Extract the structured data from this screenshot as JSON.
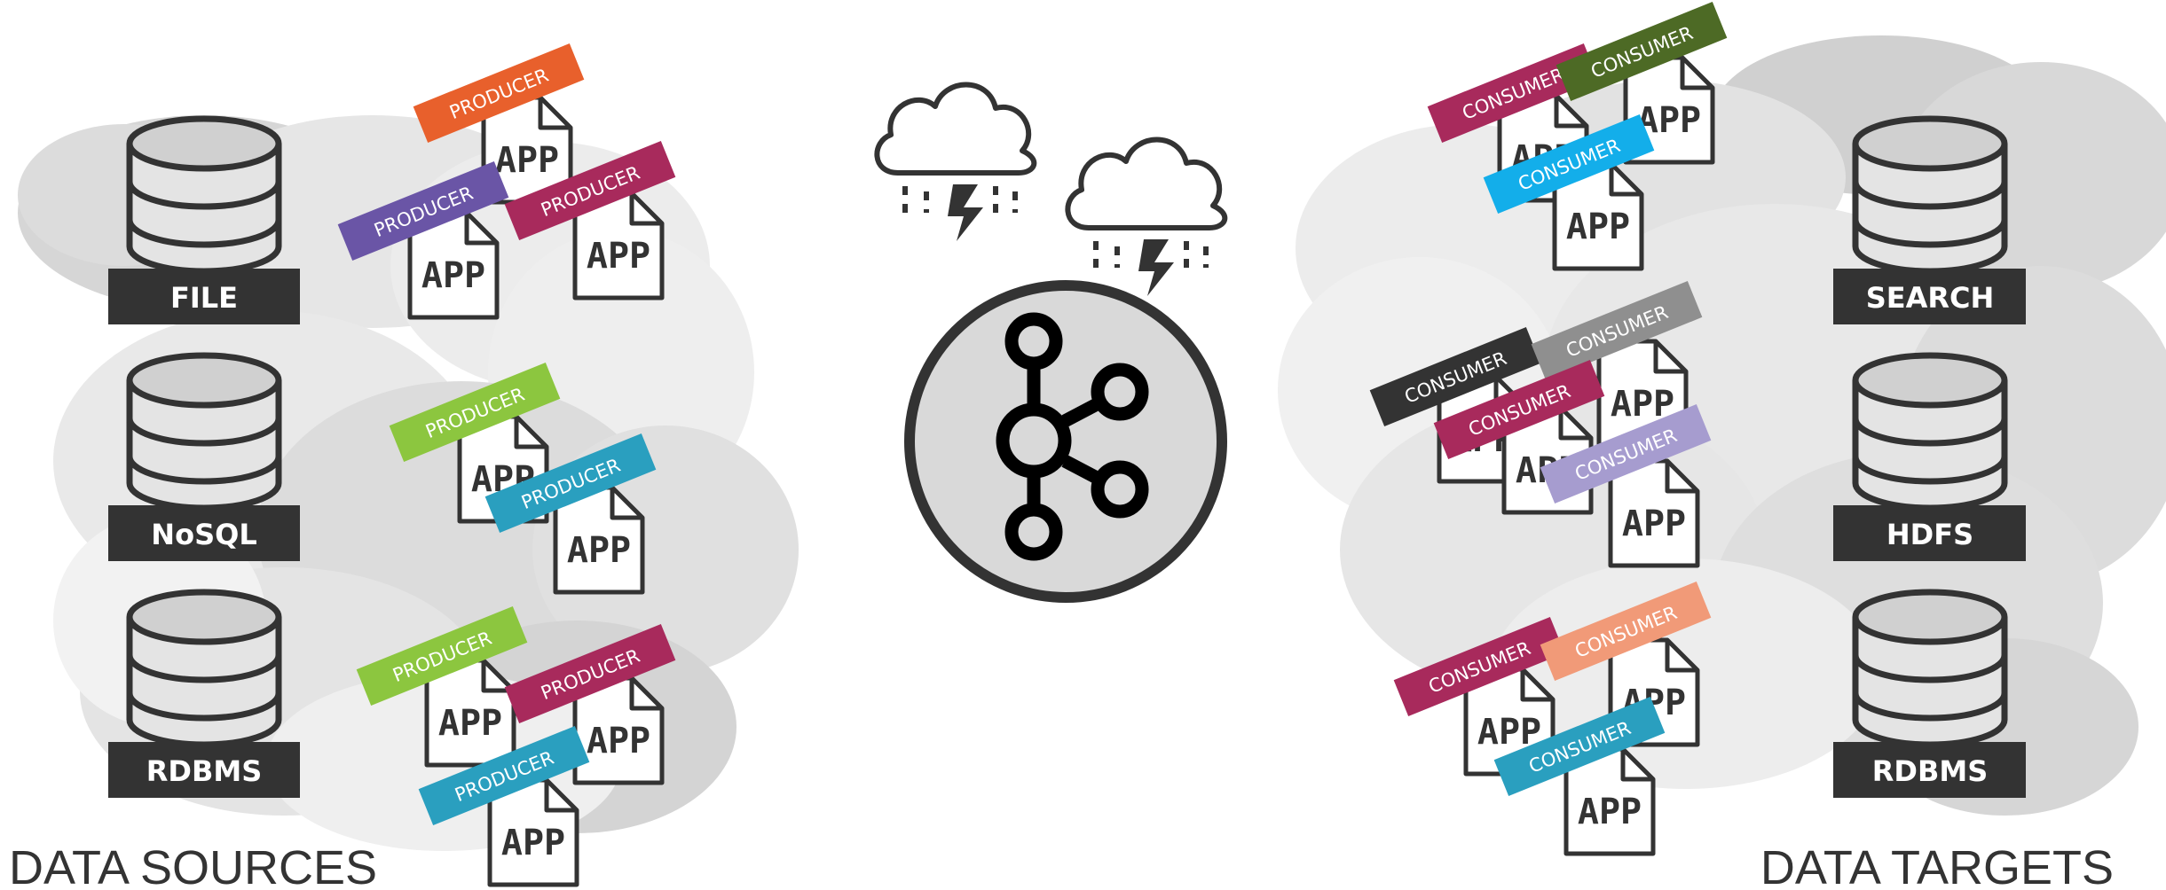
{
  "sources": {
    "footer": "DATA SOURCES",
    "databases": [
      {
        "label": "FILE"
      },
      {
        "label": "NoSQL"
      },
      {
        "label": "RDBMS"
      }
    ],
    "apps": [
      {
        "text": "APP",
        "tag": "PRODUCER",
        "color": "#e8602c"
      },
      {
        "text": "APP",
        "tag": "PRODUCER",
        "color": "#6a55a6"
      },
      {
        "text": "APP",
        "tag": "PRODUCER",
        "color": "#a82a5c"
      },
      {
        "text": "APP",
        "tag": "PRODUCER",
        "color": "#8cc63f"
      },
      {
        "text": "APP",
        "tag": "PRODUCER",
        "color": "#2a9fbf"
      },
      {
        "text": "APP",
        "tag": "PRODUCER",
        "color": "#8cc63f"
      },
      {
        "text": "APP",
        "tag": "PRODUCER",
        "color": "#a82a5c"
      },
      {
        "text": "APP",
        "tag": "PRODUCER",
        "color": "#2a9fbf"
      }
    ]
  },
  "targets": {
    "footer": "DATA TARGETS",
    "databases": [
      {
        "label": "SEARCH"
      },
      {
        "label": "HDFS"
      },
      {
        "label": "RDBMS"
      }
    ],
    "apps": [
      {
        "text": "APP",
        "tag": "CONSUMER",
        "color": "#a82a5c"
      },
      {
        "text": "APP",
        "tag": "CONSUMER",
        "color": "#4d6a25"
      },
      {
        "text": "APP",
        "tag": "CONSUMER",
        "color": "#13aeea"
      },
      {
        "text": "APP",
        "tag": "CONSUMER",
        "color": "#333333"
      },
      {
        "text": "APP",
        "tag": "CONSUMER",
        "color": "#8f8f8f"
      },
      {
        "text": "APP",
        "tag": "CONSUMER",
        "color": "#a82a5c"
      },
      {
        "text": "APP",
        "tag": "CONSUMER",
        "color": "#a69ccf"
      },
      {
        "text": "APP",
        "tag": "CONSUMER",
        "color": "#a82a5c"
      },
      {
        "text": "APP",
        "tag": "CONSUMER",
        "color": "#f19a78"
      },
      {
        "text": "APP",
        "tag": "CONSUMER",
        "color": "#2a9fbf"
      }
    ]
  },
  "hub": {
    "icon": "kafka-logo-icon"
  },
  "weather": [
    {
      "icon": "storm-cloud-icon"
    },
    {
      "icon": "storm-cloud-icon"
    }
  ]
}
